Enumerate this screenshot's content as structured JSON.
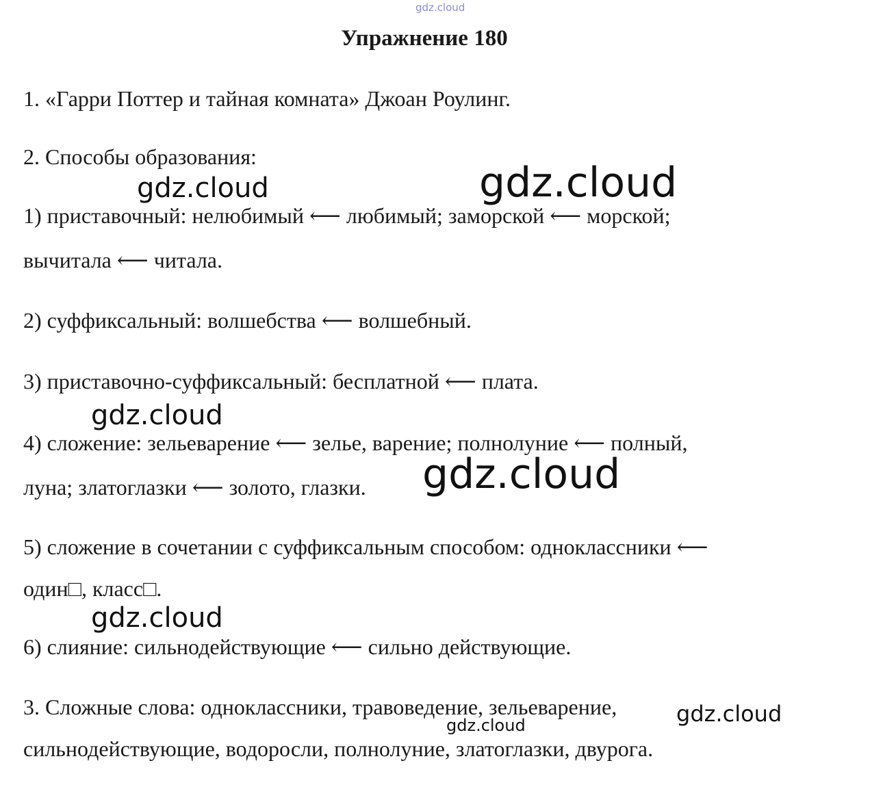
{
  "watermark": "gdz.cloud",
  "title": "Упражнение 180",
  "lines": [
    "1. «Гарри Поттер и тайная комната» Джоан Роулинг.",
    "2. Способы образования:",
    "1) приставочный: нелюбимый ⟵ любимый; заморской ⟵ морской;",
    "вычитала ⟵ читала.",
    "2) суффиксальный: волшебства ⟵ волшебный.",
    "3) приставочно-суффиксальный: бесплатной ⟵ плата.",
    "4) сложение: зельеварение ⟵ зелье, варение; полнолуние ⟵ полный,",
    "луна; златоглазки ⟵ золото, глазки.",
    "5) сложение в сочетании с суффиксальным способом: одноклассники ⟵",
    "один□, класс□.",
    "6) слияние: сильнодействующие ⟵ сильно действующие.",
    "3. Сложные слова: одноклассники, траvoведение, зельеварение,",
    "сильнодействующие, водоросли, полнолуние, златоглазки, двурога."
  ]
}
